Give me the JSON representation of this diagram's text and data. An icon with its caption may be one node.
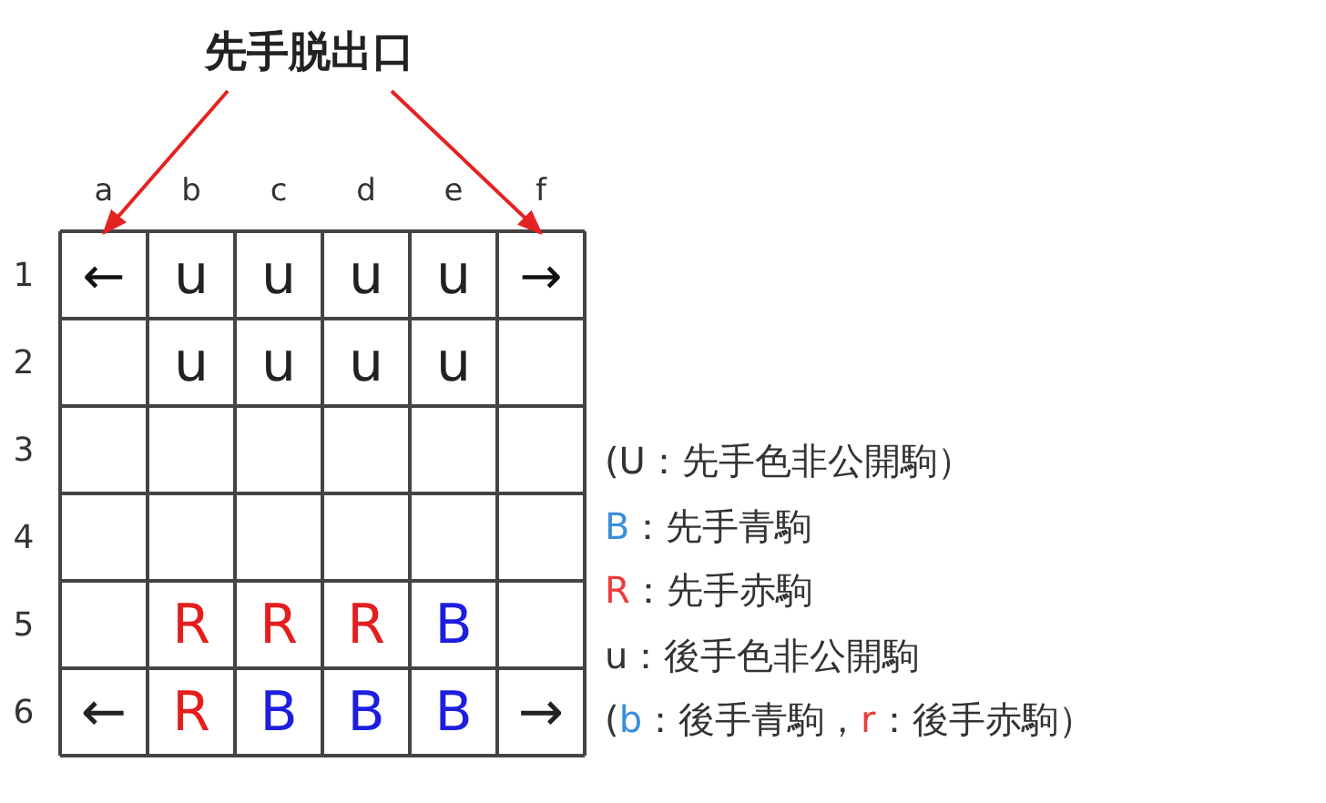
{
  "diagram": {
    "nodes": [
      {
        "text": [
          "先手脱出口"
        ]
      },
      {
        "text": [
          "←"
        ]
      },
      {
        "text": [
          "→"
        ]
      }
    ],
    "edges": [
      {
        "from": 0,
        "to": 1,
        "arrow": "to",
        "color": "#e52222"
      },
      {
        "from": 0,
        "to": 2,
        "arrow": "to",
        "color": "#e52222"
      }
    ],
    "labels": [
      "a",
      "b",
      "c",
      "d",
      "e",
      "f",
      "1",
      "2",
      "3",
      "4",
      "5",
      "6",
      "u",
      "u",
      "u",
      "u",
      "u",
      "u",
      "u",
      "u",
      "R",
      "R",
      "R",
      "B",
      "←",
      "R",
      "B",
      "B",
      "B",
      "→",
      "(U：先手色非公開駒）",
      "B",
      "：先手青駒",
      "R",
      "：先手赤駒",
      "u：後手色非公開駒",
      "(",
      "b",
      "：後手青駒，",
      "r",
      "：後手赤駒）"
    ]
  }
}
